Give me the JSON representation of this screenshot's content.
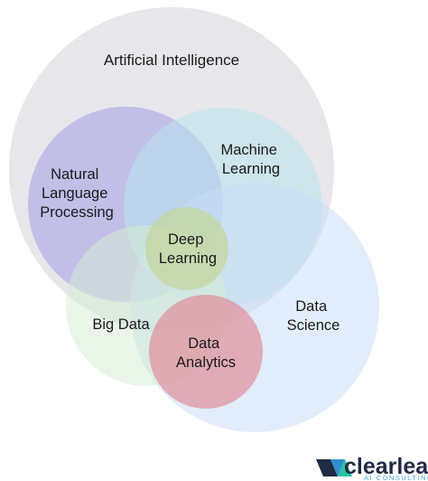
{
  "diagram": {
    "circles": [
      {
        "id": "artificial-intelligence",
        "lines": [
          "Artificial Intelligence"
        ],
        "color": "#d9d8de"
      },
      {
        "id": "natural-language-processing",
        "lines": [
          "Natural",
          "Language",
          "Processing"
        ],
        "color": "#a9a6e6"
      },
      {
        "id": "machine-learning",
        "lines": [
          "Machine",
          "Learning"
        ],
        "color": "#b9e4ec"
      },
      {
        "id": "data-science",
        "lines": [
          "Data",
          "Science"
        ],
        "color": "#c9def7"
      },
      {
        "id": "big-data",
        "lines": [
          "Big Data"
        ],
        "color": "#d6ecd3"
      },
      {
        "id": "deep-learning",
        "lines": [
          "Deep",
          "Learning"
        ],
        "color": "#c3d69a"
      },
      {
        "id": "data-analytics",
        "lines": [
          "Data",
          "Analytics"
        ],
        "color": "#e08b97"
      }
    ]
  },
  "logo": {
    "name": "clearlead",
    "tagline": "AI CONSULTING",
    "colors": {
      "text": "#1f2a44",
      "mark_dark": "#1f2a44",
      "mark_blue": "#2f8fd0",
      "mark_green": "#27c4a0"
    }
  }
}
